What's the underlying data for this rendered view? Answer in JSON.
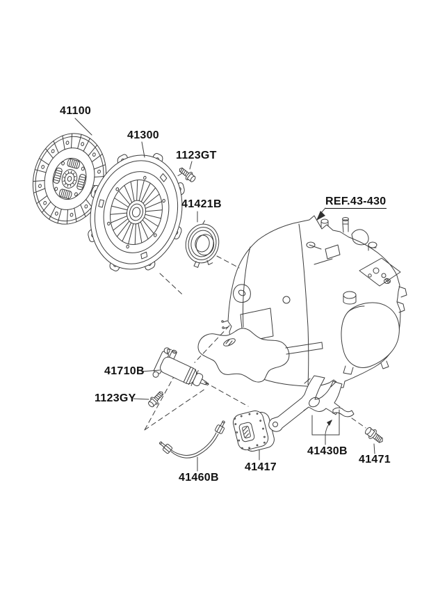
{
  "page": {
    "background": "#ffffff",
    "line_color": "#3c3c3c",
    "label_color": "#111111"
  },
  "diagram": {
    "labels": {
      "disc": "41100",
      "cover": "41300",
      "bolt_cover": "1123GT",
      "bearing": "41421B",
      "ref_case": "REF.43-430",
      "cylinder": "41710B",
      "bolt_cylinder": "1123GY",
      "tube": "41460B",
      "boot": "41417",
      "fork": "41430B",
      "pivot": "41471"
    }
  }
}
